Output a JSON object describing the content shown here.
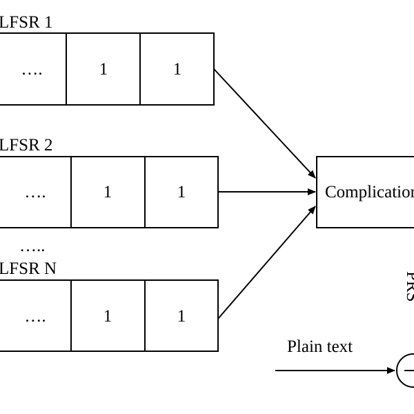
{
  "registers": [
    {
      "label": "LFSR 1",
      "cells": [
        "….",
        "1",
        "1"
      ]
    },
    {
      "label": "LFSR 2",
      "cells": [
        "….",
        "1",
        "1"
      ]
    },
    {
      "label": "LFSR N",
      "cells": [
        "….",
        "1",
        "1"
      ]
    }
  ],
  "ellipsis_label": "…..",
  "combiner_label": "Complication",
  "side_label": "PRS",
  "input_label": "Plain text"
}
